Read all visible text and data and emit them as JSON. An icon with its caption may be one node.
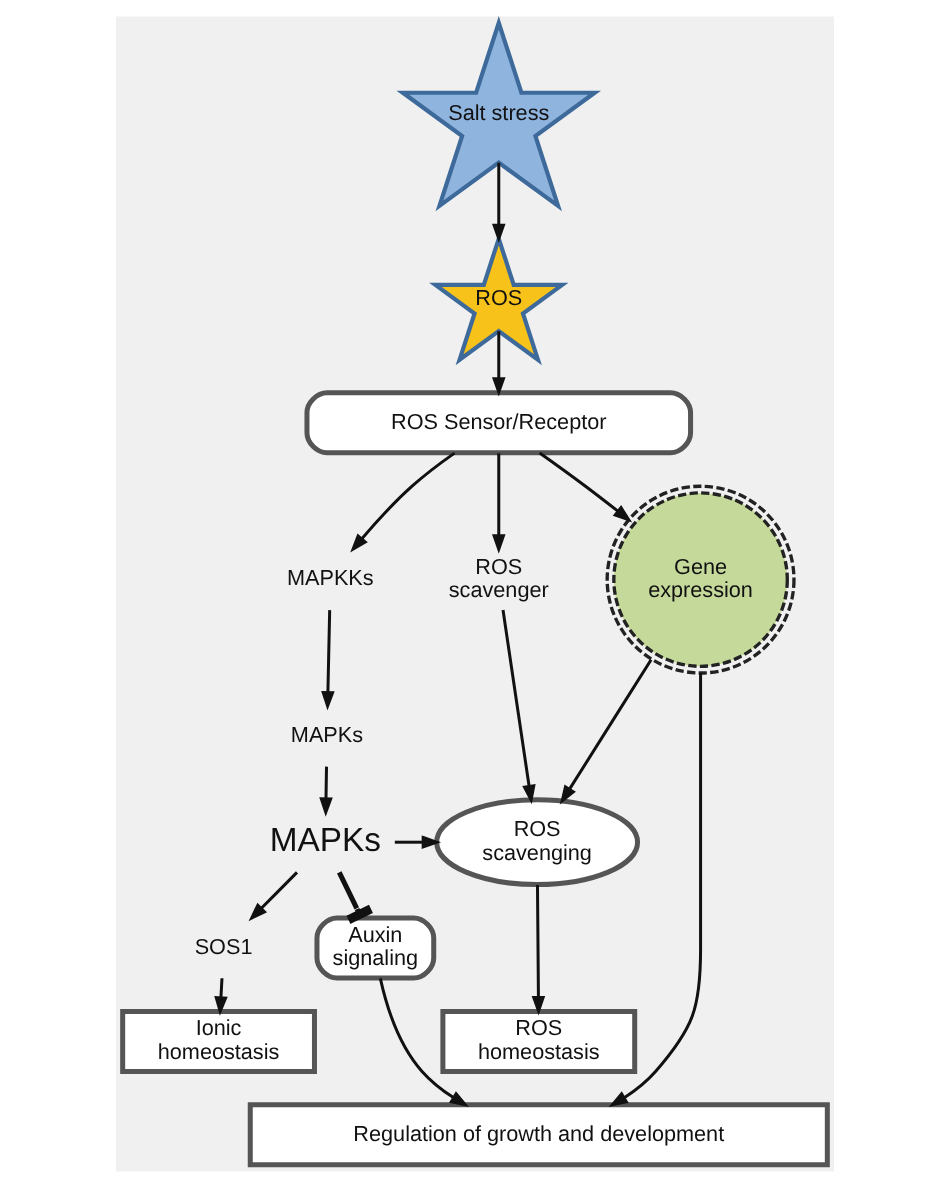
{
  "diagram": {
    "nodes": [
      {
        "text": [
          "Salt stress"
        ]
      },
      {
        "text": [
          "ROS"
        ]
      },
      {
        "text": [
          "ROS Sensor/Receptor"
        ]
      },
      {
        "text": [
          "MAPKKs"
        ]
      },
      {
        "text": [
          "ROS scavenger"
        ]
      },
      {
        "text": [
          "Gene expression"
        ]
      },
      {
        "text": [
          "MAPKs"
        ]
      },
      {
        "text": [
          "MAPKs"
        ]
      },
      {
        "text": [
          "ROS scavenging"
        ]
      },
      {
        "text": [
          "SOS1"
        ]
      },
      {
        "text": [
          "Auxin signaling"
        ]
      },
      {
        "text": [
          "Ionic homeostasis"
        ]
      },
      {
        "text": [
          "ROS homeostasis"
        ]
      },
      {
        "text": [
          "Regulation of growth and development"
        ]
      }
    ],
    "edges": [
      {
        "from": 0,
        "to": 1,
        "arrow": "to"
      },
      {
        "from": 1,
        "to": 2,
        "arrow": "to"
      },
      {
        "from": 2,
        "to": 3,
        "arrow": "to"
      },
      {
        "from": 2,
        "to": 4,
        "arrow": "to"
      },
      {
        "from": 2,
        "to": 5,
        "arrow": "to"
      },
      {
        "from": 3,
        "to": 6,
        "arrow": "to"
      },
      {
        "from": 6,
        "to": 7,
        "arrow": "to"
      },
      {
        "from": 4,
        "to": 8,
        "arrow": "to"
      },
      {
        "from": 5,
        "to": 8,
        "arrow": "to"
      },
      {
        "from": 7,
        "to": 8,
        "arrow": "to"
      },
      {
        "from": 7,
        "to": 9,
        "arrow": "to"
      },
      {
        "from": 7,
        "to": 10,
        "arrow": "other"
      },
      {
        "from": 9,
        "to": 11,
        "arrow": "to"
      },
      {
        "from": 10,
        "to": 13,
        "arrow": "to"
      },
      {
        "from": 8,
        "to": 12,
        "arrow": "to"
      },
      {
        "from": 5,
        "to": 13,
        "arrow": "to"
      }
    ]
  }
}
